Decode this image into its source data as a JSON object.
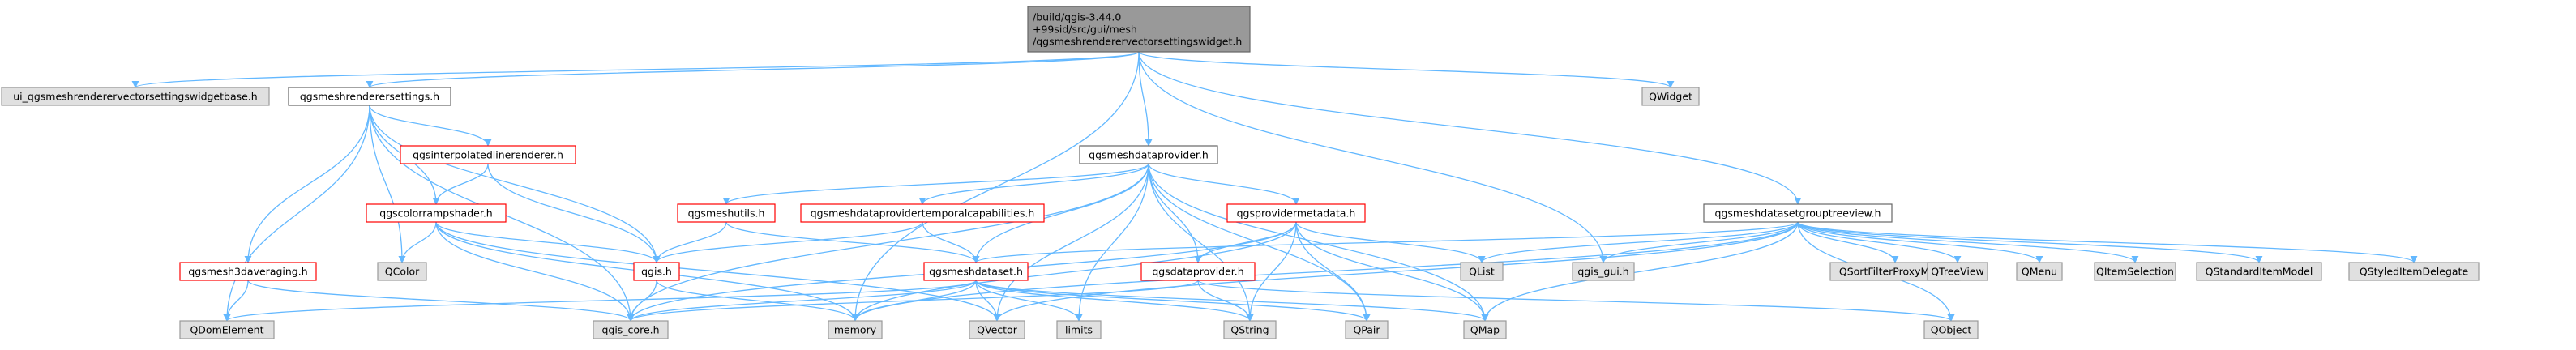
{
  "colors": {
    "root_fill": "#999999",
    "root_stroke": "#666666",
    "normal_fill": "#ffffff",
    "normal_stroke": "#666666",
    "system_fill": "#e0e0e0",
    "system_stroke": "#999999",
    "bad_stroke": "#ff0000",
    "edge": "#63b8ff"
  },
  "nodes": [
    {
      "id": "root",
      "lines": [
        "/build/qgis-3.44.0",
        "+99sid/src/gui/mesh",
        "/qgsmeshrenderervectorsettingswidget.h"
      ],
      "kind": "root"
    },
    {
      "id": "ui",
      "lines": [
        "ui_qgsmeshrenderervectorsettingswidgetbase.h"
      ],
      "kind": "system"
    },
    {
      "id": "rs",
      "lines": [
        "qgsmeshrenderersettings.h"
      ],
      "kind": "normal"
    },
    {
      "id": "qwidget",
      "lines": [
        "QWidget"
      ],
      "kind": "system"
    },
    {
      "id": "dp",
      "lines": [
        "qgsmeshdataprovider.h"
      ],
      "kind": "normal"
    },
    {
      "id": "tv",
      "lines": [
        "qgsmeshdatasetgrouptreeview.h"
      ],
      "kind": "normal"
    },
    {
      "id": "interp",
      "lines": [
        "qgsinterpolatedlinerenderer.h"
      ],
      "kind": "bad"
    },
    {
      "id": "cramp",
      "lines": [
        "qgscolorrampshader.h"
      ],
      "kind": "bad"
    },
    {
      "id": "m3d",
      "lines": [
        "qgsmesh3daveraging.h"
      ],
      "kind": "bad"
    },
    {
      "id": "utils",
      "lines": [
        "qgsmeshutils.h"
      ],
      "kind": "bad"
    },
    {
      "id": "tcap",
      "lines": [
        "qgsmeshdataprovidertemporalcapabilities.h"
      ],
      "kind": "bad"
    },
    {
      "id": "pmeta",
      "lines": [
        "qgsprovidermetadata.h"
      ],
      "kind": "bad"
    },
    {
      "id": "qcolor",
      "lines": [
        "QColor"
      ],
      "kind": "system"
    },
    {
      "id": "qgis",
      "lines": [
        "qgis.h"
      ],
      "kind": "bad"
    },
    {
      "id": "dataset",
      "lines": [
        "qgsmeshdataset.h"
      ],
      "kind": "bad"
    },
    {
      "id": "dprov",
      "lines": [
        "qgsdataprovider.h"
      ],
      "kind": "bad"
    },
    {
      "id": "qlist",
      "lines": [
        "QList"
      ],
      "kind": "system"
    },
    {
      "id": "qgisgui",
      "lines": [
        "qgis_gui.h"
      ],
      "kind": "system"
    },
    {
      "id": "qsfpm",
      "lines": [
        "QSortFilterProxyModel"
      ],
      "kind": "system"
    },
    {
      "id": "qtreeview",
      "lines": [
        "QTreeView"
      ],
      "kind": "system"
    },
    {
      "id": "qmenu",
      "lines": [
        "QMenu"
      ],
      "kind": "system"
    },
    {
      "id": "qitemsel",
      "lines": [
        "QItemSelection"
      ],
      "kind": "system"
    },
    {
      "id": "qsim",
      "lines": [
        "QStandardItemModel"
      ],
      "kind": "system"
    },
    {
      "id": "qsid",
      "lines": [
        "QStyledItemDelegate"
      ],
      "kind": "system"
    },
    {
      "id": "qdom",
      "lines": [
        "QDomElement"
      ],
      "kind": "system"
    },
    {
      "id": "qgiscore",
      "lines": [
        "qgis_core.h"
      ],
      "kind": "system"
    },
    {
      "id": "memory",
      "lines": [
        "memory"
      ],
      "kind": "system"
    },
    {
      "id": "qvector",
      "lines": [
        "QVector"
      ],
      "kind": "system"
    },
    {
      "id": "limits",
      "lines": [
        "limits"
      ],
      "kind": "system"
    },
    {
      "id": "qstring",
      "lines": [
        "QString"
      ],
      "kind": "system"
    },
    {
      "id": "qpair",
      "lines": [
        "QPair"
      ],
      "kind": "system"
    },
    {
      "id": "qmap",
      "lines": [
        "QMap"
      ],
      "kind": "system"
    },
    {
      "id": "qobject",
      "lines": [
        "QObject"
      ],
      "kind": "system"
    }
  ],
  "edges": [
    [
      "root",
      "ui"
    ],
    [
      "root",
      "rs"
    ],
    [
      "root",
      "qwidget"
    ],
    [
      "root",
      "dp"
    ],
    [
      "root",
      "tv"
    ],
    [
      "root",
      "memory"
    ],
    [
      "root",
      "qgisgui"
    ],
    [
      "rs",
      "interp"
    ],
    [
      "rs",
      "cramp"
    ],
    [
      "rs",
      "m3d"
    ],
    [
      "rs",
      "qcolor"
    ],
    [
      "rs",
      "qgis"
    ],
    [
      "rs",
      "qdom"
    ],
    [
      "rs",
      "qgiscore"
    ],
    [
      "interp",
      "cramp"
    ],
    [
      "interp",
      "qgis"
    ],
    [
      "cramp",
      "qcolor"
    ],
    [
      "cramp",
      "qgis"
    ],
    [
      "cramp",
      "qgiscore"
    ],
    [
      "cramp",
      "memory"
    ],
    [
      "cramp",
      "qvector"
    ],
    [
      "m3d",
      "qgiscore"
    ],
    [
      "m3d",
      "qdom"
    ],
    [
      "qgis",
      "qgiscore"
    ],
    [
      "qgis",
      "memory"
    ],
    [
      "dp",
      "utils"
    ],
    [
      "dp",
      "tcap"
    ],
    [
      "dp",
      "pmeta"
    ],
    [
      "dp",
      "dataset"
    ],
    [
      "dp",
      "dprov"
    ],
    [
      "dp",
      "qgiscore"
    ],
    [
      "dp",
      "qvector"
    ],
    [
      "dp",
      "limits"
    ],
    [
      "dp",
      "qstring"
    ],
    [
      "dp",
      "qpair"
    ],
    [
      "dp",
      "qmap"
    ],
    [
      "utils",
      "qgis"
    ],
    [
      "utils",
      "dataset"
    ],
    [
      "tcap",
      "dataset"
    ],
    [
      "tcap",
      "qgis"
    ],
    [
      "pmeta",
      "dprov"
    ],
    [
      "pmeta",
      "qlist"
    ],
    [
      "pmeta",
      "qstring"
    ],
    [
      "pmeta",
      "qpair"
    ],
    [
      "pmeta",
      "qmap"
    ],
    [
      "pmeta",
      "memory"
    ],
    [
      "pmeta",
      "qgiscore"
    ],
    [
      "dataset",
      "qgiscore"
    ],
    [
      "dataset",
      "memory"
    ],
    [
      "dataset",
      "qvector"
    ],
    [
      "dataset",
      "limits"
    ],
    [
      "dataset",
      "qstring"
    ],
    [
      "dataset",
      "qpair"
    ],
    [
      "dataset",
      "qmap"
    ],
    [
      "dataset",
      "qdom"
    ],
    [
      "dprov",
      "qgiscore"
    ],
    [
      "dprov",
      "qstring"
    ],
    [
      "dprov",
      "qobject"
    ],
    [
      "tv",
      "dataset"
    ],
    [
      "tv",
      "qlist"
    ],
    [
      "tv",
      "qgisgui"
    ],
    [
      "tv",
      "qsfpm"
    ],
    [
      "tv",
      "qtreeview"
    ],
    [
      "tv",
      "qmenu"
    ],
    [
      "tv",
      "qitemsel"
    ],
    [
      "tv",
      "qsim"
    ],
    [
      "tv",
      "qsid"
    ],
    [
      "tv",
      "qobject"
    ],
    [
      "tv",
      "qmap"
    ],
    [
      "tv",
      "memory"
    ],
    [
      "tv",
      "qvector"
    ]
  ]
}
